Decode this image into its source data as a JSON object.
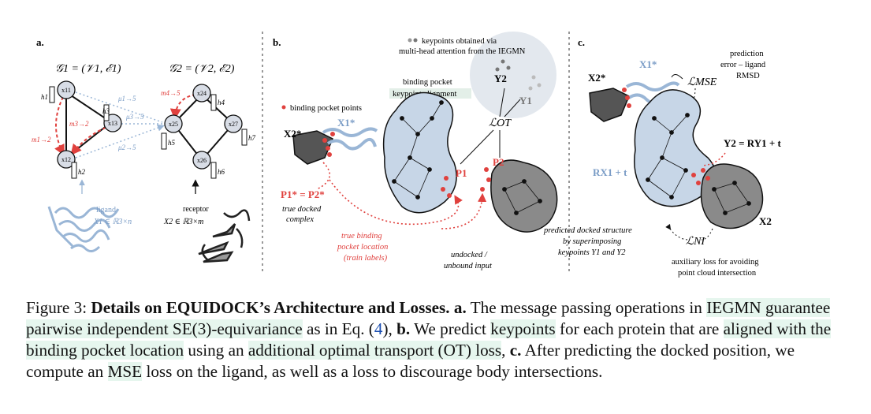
{
  "panel_a": {
    "label": "a.",
    "g1_title": "𝒢1 = (𝒱1, ℰ1)",
    "g2_title": "𝒢2 = (𝒱2, ℰ2)",
    "nodes": {
      "x11": "x11",
      "x13": "x13",
      "x12": "x12",
      "x24": "x24",
      "x25": "x25",
      "x27": "x27",
      "x26": "x26"
    },
    "hidden": {
      "h1": "h1",
      "h3": "h3",
      "h2": "h2",
      "h4": "h4",
      "h5": "h5",
      "h7": "h7",
      "h6": "h6"
    },
    "messages": {
      "m12": "m1→2",
      "m32": "m3→2",
      "m45": "m4→5"
    },
    "attn": {
      "mu15": "μ1→5",
      "mu35": "μ3→5",
      "mu25": "μ2→5"
    },
    "ligand_label": "ligand",
    "ligand_formula": "X1 ∈ ℝ3×n",
    "receptor_label": "receptor",
    "receptor_formula": "X2 ∈ ℝ3×m"
  },
  "panel_b": {
    "label": "b.",
    "keypoints_note_1": "keypoints obtained via",
    "keypoints_note_2": "multi-head attention from the IEGMN",
    "pocket_align_1": "binding pocket",
    "pocket_align_2": "keypoint alignment",
    "pocket_points": "binding pocket points",
    "X2s": "X2*",
    "X1s": "X1*",
    "Y2": "Y2",
    "Y1": "Y1",
    "LOT": "ℒOT",
    "P1": "P1",
    "P2": "P2",
    "P_eq": "P1* = P2*",
    "true_docked_1": "true docked",
    "true_docked_2": "complex",
    "true_binding_1": "true binding",
    "true_binding_2": "pocket location",
    "true_binding_3": "(train labels)",
    "undocked_1": "undocked /",
    "undocked_2": "unbound input"
  },
  "panel_c": {
    "label": "c.",
    "X2s": "X2*",
    "X1s": "X1*",
    "pred_err_1": "prediction",
    "pred_err_2": "error – ligand",
    "pred_err_3": "RMSD",
    "LMSE": "ℒMSE",
    "Y2eq": "Y2 = RY1 + t",
    "RX1": "RX1 + t",
    "X2": "X2",
    "pred_docked_1": "predicted docked structure",
    "pred_docked_2": "by superimposing",
    "pred_docked_3": "keypoints Y1 and Y2",
    "LNI": "ℒNI",
    "aux_1": "auxiliary loss for avoiding",
    "aux_2": "point cloud intersection"
  },
  "caption": {
    "prefix": "Figure 3: ",
    "title_a": "Details on E",
    "title_b": "QUI",
    "title_c": "D",
    "title_d": "OCK",
    "title_e": "’s Architecture and Losses.",
    "a_label": " a.",
    "t1": " The message passing operations in ",
    "h1": "IEGMN guarantee pairwise independent SE(3)-equivariance",
    "t2": " as in Eq. (",
    "eq": "4",
    "t3": "), ",
    "b_label": "b.",
    "t4": " We predict ",
    "h2": "keypoints",
    "t5": " for each protein that are ",
    "h3": "aligned with the binding pocket location",
    "t6": " using an ",
    "h4": "additional optimal transport (OT) loss",
    "t7": ", ",
    "c_label": "c.",
    "t8": " After predicting the docked position, we compute an ",
    "h5": "MSE",
    "t9": " loss on the ligand, as well as a loss to discourage body intersections."
  }
}
